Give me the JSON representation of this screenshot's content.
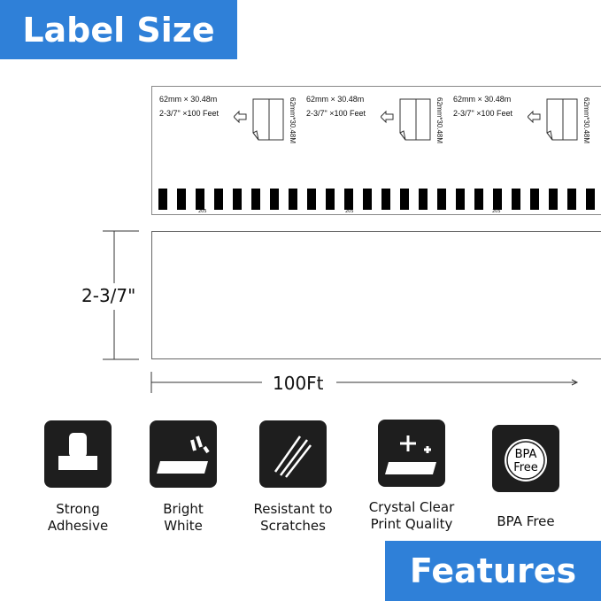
{
  "header": {
    "title": "Label Size"
  },
  "strip": {
    "line1": "62mm × 30.48m",
    "line2": "2-3/7\" ×100 Feet",
    "roll_label": "62mm*30.48M",
    "code": "205"
  },
  "dimensions": {
    "width": "2-3/7\"",
    "length": "100Ft"
  },
  "features": [
    {
      "label": "Strong\nAdhesive",
      "icon": "fist-icon"
    },
    {
      "label": "Bright\nWhite",
      "icon": "bright-label-icon"
    },
    {
      "label": "Resistant to\nScratches",
      "icon": "scratch-icon"
    },
    {
      "label": "Crystal Clear\nPrint Quality",
      "icon": "sparkle-label-icon"
    },
    {
      "label": "BPA Free",
      "icon": "bpa-free-icon",
      "badge": "BPA\nFree"
    }
  ],
  "footer": {
    "title": "Features"
  },
  "colors": {
    "accent": "#2f80d8",
    "icon_bg": "#1e1e1e"
  }
}
